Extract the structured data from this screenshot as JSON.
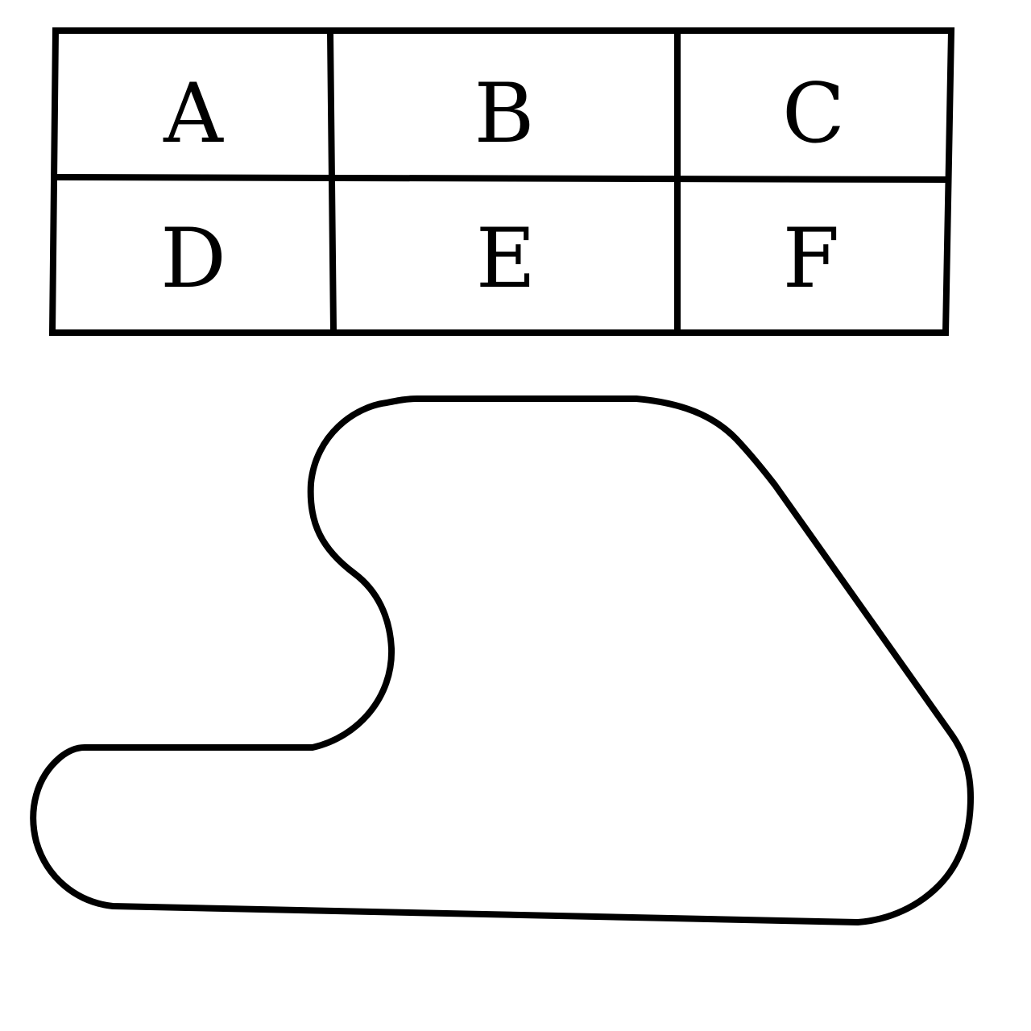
{
  "grid": {
    "rows": [
      [
        "A",
        "B",
        "C"
      ],
      [
        "D",
        "E",
        "F"
      ]
    ]
  },
  "colors": {
    "line": "#000000",
    "background": "#ffffff"
  }
}
